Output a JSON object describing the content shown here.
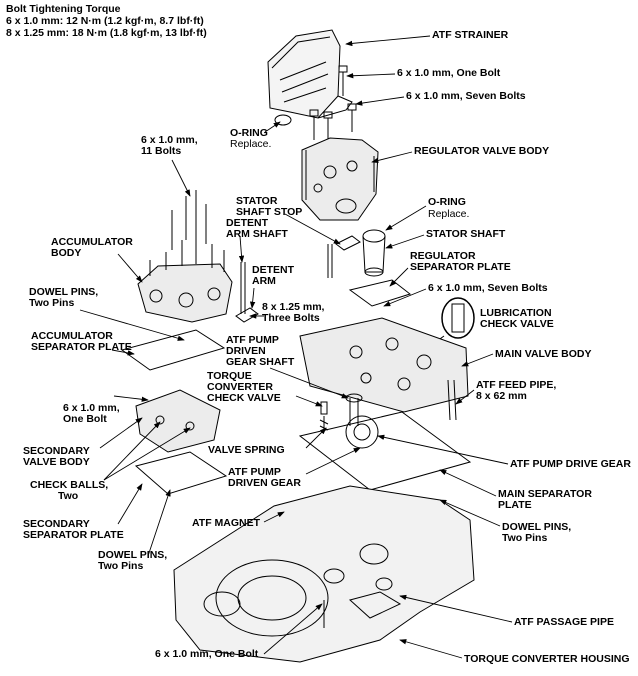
{
  "torque_header": {
    "title": "Bolt Tightening Torque",
    "line1": "6 x 1.0 mm: 12 N·m (1.2 kgf·m, 8.7 lbf·ft)",
    "line2": "8 x 1.25 mm: 18 N·m (1.8 kgf·m, 13 lbf·ft)"
  },
  "labels": {
    "atf_strainer": "ATF STRAINER",
    "one_bolt_top": "6 x 1.0 mm, One Bolt",
    "seven_bolts_top": "6 x 1.0 mm, Seven Bolts",
    "oring_1": "O-RING",
    "oring_1_note": "Replace.",
    "regulator_valve_body": "REGULATOR VALVE BODY",
    "eleven_bolts_1": "6 x 1.0 mm,",
    "eleven_bolts_2": "11 Bolts",
    "stator_shaft_stop_1": "STATOR",
    "stator_shaft_stop_2": "SHAFT STOP",
    "oring_2": "O-RING",
    "oring_2_note": "Replace.",
    "stator_shaft": "STATOR SHAFT",
    "accumulator_body_1": "ACCUMULATOR",
    "accumulator_body_2": "BODY",
    "detent_arm_shaft_1": "DETENT",
    "detent_arm_shaft_2": "ARM SHAFT",
    "detent_arm_1": "DETENT",
    "detent_arm_2": "ARM",
    "regulator_sep_plate_1": "REGULATOR",
    "regulator_sep_plate_2": "SEPARATOR PLATE",
    "seven_bolts_mid": "6 x 1.0 mm, Seven Bolts",
    "dowel_pins_top_1": "DOWEL PINS,",
    "dowel_pins_top_2": "Two Pins",
    "three_bolts_1": "8 x 1.25 mm,",
    "three_bolts_2": "Three Bolts",
    "lubrication_check_valve_1": "LUBRICATION",
    "lubrication_check_valve_2": "CHECK VALVE",
    "accumulator_sep_plate_1": "ACCUMULATOR",
    "accumulator_sep_plate_2": "SEPARATOR PLATE",
    "pump_driven_gear_shaft_1": "ATF PUMP",
    "pump_driven_gear_shaft_2": "DRIVEN",
    "pump_driven_gear_shaft_3": "GEAR SHAFT",
    "main_valve_body": "MAIN VALVE BODY",
    "torque_conv_check_valve_1": "TORQUE",
    "torque_conv_check_valve_2": "CONVERTER",
    "torque_conv_check_valve_3": "CHECK VALVE",
    "one_bolt_left_1": "6 x 1.0 mm,",
    "one_bolt_left_2": "One Bolt",
    "atf_feed_pipe_1": "ATF FEED PIPE,",
    "atf_feed_pipe_2": "8 x 62 mm",
    "secondary_valve_body_1": "SECONDARY",
    "secondary_valve_body_2": "VALVE BODY",
    "valve_spring": "VALVE SPRING",
    "atf_pump_drive_gear": "ATF PUMP DRIVE GEAR",
    "check_balls_1": "CHECK BALLS,",
    "check_balls_2": "Two",
    "pump_driven_gear_1": "ATF PUMP",
    "pump_driven_gear_2": "DRIVEN GEAR",
    "main_sep_plate_1": "MAIN SEPARATOR",
    "main_sep_plate_2": "PLATE",
    "secondary_sep_plate_1": "SECONDARY",
    "secondary_sep_plate_2": "SEPARATOR PLATE",
    "atf_magnet": "ATF MAGNET",
    "dowel_pins_right_1": "DOWEL PINS,",
    "dowel_pins_right_2": "Two Pins",
    "dowel_pins_left_1": "DOWEL PINS,",
    "dowel_pins_left_2": "Two Pins",
    "atf_passage_pipe": "ATF PASSAGE PIPE",
    "one_bolt_bottom": "6 x 1.0 mm, One Bolt",
    "torque_converter_housing": "TORQUE CONVERTER HOUSING"
  }
}
